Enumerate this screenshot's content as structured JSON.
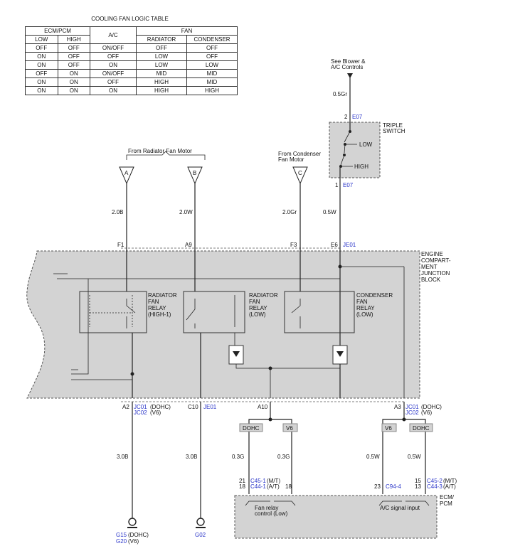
{
  "table": {
    "title": "COOLING FAN LOGIC TABLE",
    "h_ecm": "ECM/PCM",
    "h_ac": "A/C",
    "h_fan": "FAN",
    "h_low": "LOW",
    "h_high": "HIGH",
    "h_rad": "RADIATOR",
    "h_cond": "CONDENSER",
    "rows": [
      [
        "OFF",
        "OFF",
        "ON/OFF",
        "OFF",
        "OFF"
      ],
      [
        "ON",
        "OFF",
        "OFF",
        "LOW",
        "OFF"
      ],
      [
        "ON",
        "OFF",
        "ON",
        "LOW",
        "LOW"
      ],
      [
        "OFF",
        "ON",
        "ON/OFF",
        "MID",
        "MID"
      ],
      [
        "ON",
        "ON",
        "OFF",
        "HIGH",
        "MID"
      ],
      [
        "ON",
        "ON",
        "ON",
        "HIGH",
        "HIGH"
      ]
    ]
  },
  "labels": {
    "see_blower_1": "See Blower &",
    "see_blower_2": "A/C Controls",
    "w_05gr": "0.5Gr",
    "pin2": "2",
    "e07_top": "E07",
    "triple_1": "TRIPLE",
    "triple_2": "SWITCH",
    "sw_low": "LOW",
    "sw_high": "HIGH",
    "pin1": "1",
    "e07_bot": "E07",
    "from_rad": "From Radiator Fan Motor",
    "from_cond_1": "From Condenser",
    "from_cond_2": "Fan Motor",
    "conn_a": "A",
    "conn_b": "B",
    "conn_c": "C",
    "w_20b": "2.0B",
    "w_20w": "2.0W",
    "w_20gr": "2.0Gr",
    "w_05w": "0.5W",
    "f1": "F1",
    "a9": "A9",
    "f3": "F3",
    "e6": "E6",
    "je01_top": "JE01",
    "ecjb_1": "ENGINE",
    "ecjb_2": "COMPART-",
    "ecjb_3": "MENT",
    "ecjb_4": "JUNCTION",
    "ecjb_5": "BLOCK",
    "rr1_1": "RADIATOR",
    "rr1_2": "FAN",
    "rr1_3": "RELAY",
    "rr1_4": "(HIGH-1)",
    "rr2_1": "RADIATOR",
    "rr2_2": "FAN",
    "rr2_3": "RELAY",
    "rr2_4": "(LOW)",
    "cr_1": "CONDENSER",
    "cr_2": "FAN",
    "cr_3": "RELAY",
    "cr_4": "(LOW)",
    "a2": "A2",
    "jc01_a": "JC01",
    "dohc_a": "(DOHC)",
    "jc02_a": "JC02",
    "v6_a": "(V6)",
    "c10": "C10",
    "je01_bot": "JE01",
    "a10": "A10",
    "a3": "A3",
    "jc01_b": "JC01",
    "dohc_b": "(DOHC)",
    "jc02_b": "JC02",
    "v6_b": "(V6)",
    "dohc_box_l": "DOHC",
    "v6_box_l": "V6",
    "v6_box_r": "V6",
    "dohc_box_r": "DOHC",
    "w_30b_1": "3.0B",
    "w_30b_2": "3.0B",
    "w_03g_1": "0.3G",
    "w_03g_2": "0.3G",
    "w_05w_1": "0.5W",
    "w_05w_2": "0.5W",
    "p21": "21",
    "p18a": "18",
    "c45_1": "C45-1",
    "mt_1": "(M/T)",
    "c44_1": "C44-1",
    "at_1": "(A/T)",
    "p18b": "18",
    "p23": "23",
    "c94_4": "C94-4",
    "p15": "15",
    "p13": "13",
    "c45_2": "C45-2",
    "mt_2": "(M/T)",
    "c44_3": "C44-3",
    "at_2": "(A/T)",
    "ecm_1": "ECM/",
    "ecm_2": "PCM",
    "fan_relay_1": "Fan relay",
    "fan_relay_2": "control (Low)",
    "ac_signal": "A/C signal input",
    "g15": "G15",
    "g15_dohc": "(DOHC)",
    "g20": "G20",
    "g20_v6": "(V6)",
    "g02": "G02"
  },
  "colors": {
    "block_fill": "#d3d3d3",
    "link_blue": "#2a35c9",
    "wire": "#222222"
  }
}
